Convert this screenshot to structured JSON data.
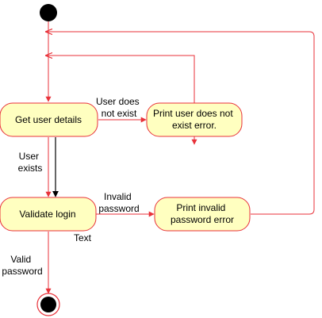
{
  "colors": {
    "flow_line": "#e8323a",
    "node_fill": "#ffffc0",
    "node_stroke": "#e8323a",
    "start_fill": "#000000",
    "highlight_line": "#000000"
  },
  "nodes": {
    "get_user_details": "Get user details",
    "print_user_not_exist": [
      "Print user does not",
      "exist error."
    ],
    "validate_login": "Validate login",
    "print_invalid_password": [
      "Print invalid",
      "password error"
    ]
  },
  "edge_labels": {
    "user_does_not_exist": [
      "User does",
      "not exist"
    ],
    "user_exists": [
      "User",
      "exists"
    ],
    "invalid_password": [
      "Invalid",
      "password"
    ],
    "valid_password": [
      "Valid",
      "password"
    ],
    "stray_text": "Text"
  }
}
